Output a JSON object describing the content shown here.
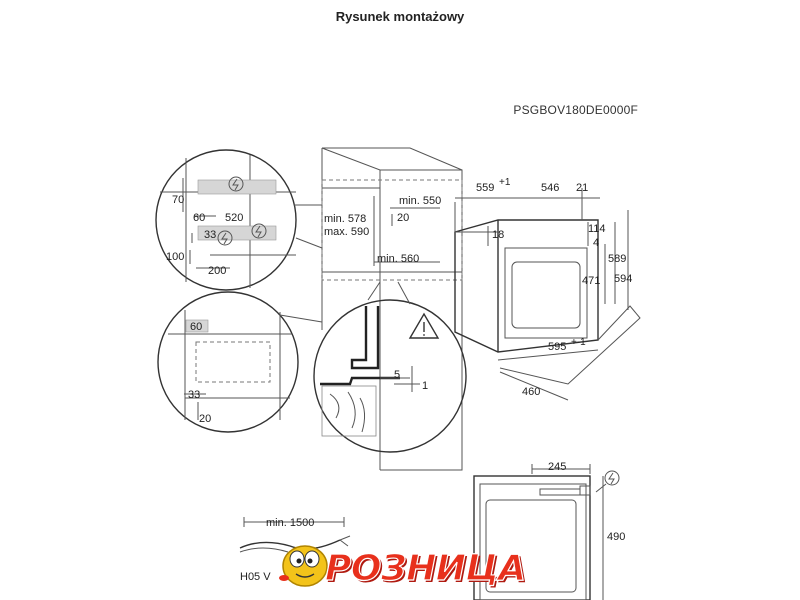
{
  "title": "Rysunek montażowy",
  "model": "PSGBOV180DE0000F",
  "left_detail": {
    "d70": "70",
    "d60": "60",
    "d520": "520",
    "d33": "33",
    "d100": "100",
    "d200": "200"
  },
  "left_lower_detail": {
    "d60": "60",
    "d33": "33",
    "d20": "20"
  },
  "niche": {
    "min578": "min. 578",
    "max590": "max. 590",
    "min550": "min. 550",
    "d20": "20",
    "min560": "min. 560"
  },
  "oven": {
    "d559": "559",
    "d559_tol": "+1",
    "d546": "546",
    "d21": "21",
    "d18": "18",
    "d114": "114",
    "d4": "4",
    "d471": "471",
    "d589": "589",
    "d594": "594",
    "d595": "595",
    "d595_tol": "+-1",
    "d460": "460"
  },
  "section": {
    "d5": "5",
    "d1": "1"
  },
  "back_view": {
    "d245": "245",
    "d490": "490"
  },
  "cable": {
    "min1500": "min. 1500",
    "label": "H05 V"
  },
  "logo": {
    "text": "РОЗНИЦА"
  },
  "colors": {
    "logo_red": "#e8301c",
    "line": "#333333",
    "placeholder": "#d6d6d6"
  }
}
